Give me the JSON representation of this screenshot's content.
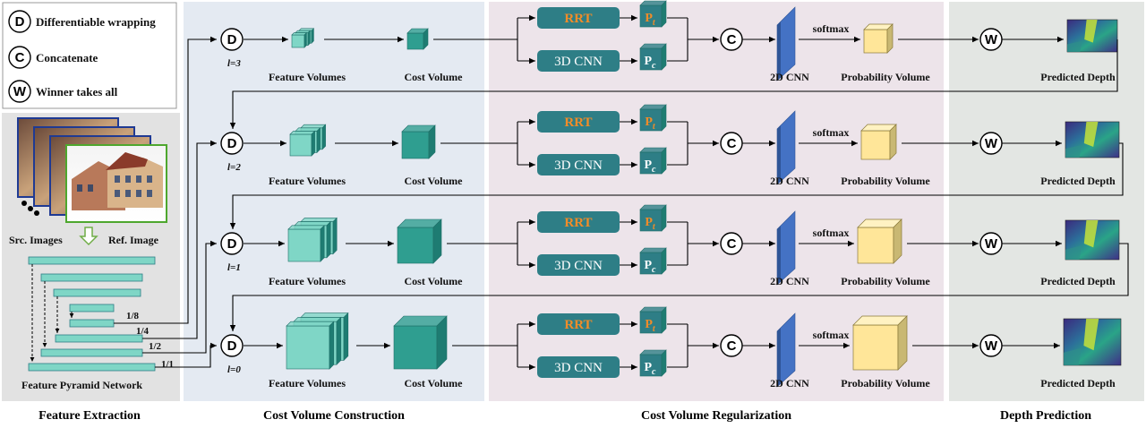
{
  "legend": [
    {
      "symbol": "D",
      "text": "Differentiable wrapping"
    },
    {
      "symbol": "C",
      "text": "Concatenate"
    },
    {
      "symbol": "W",
      "text": "Winner takes all"
    }
  ],
  "sections": {
    "feature_extraction": "Feature Extraction",
    "cost_volume_construction": "Cost Volume Construction",
    "cost_volume_regularization": "Cost Volume Regularization",
    "depth_prediction": "Depth Prediction"
  },
  "feature_extraction": {
    "src_images": "Src. Images",
    "ref_image": "Ref. Image",
    "fpn_label": "Feature Pyramid  Network",
    "scales": [
      "1/8",
      "1/4",
      "1/2",
      "1/1"
    ]
  },
  "symbols": {
    "warp": "D",
    "concat": "C",
    "wta": "W"
  },
  "rows": [
    {
      "level": "l=3"
    },
    {
      "level": "l=2"
    },
    {
      "level": "l=1"
    },
    {
      "level": "l=0"
    }
  ],
  "labels": {
    "feature_volumes": "Feature Volumes",
    "cost_volume": "Cost Volume",
    "rrt": "RRT",
    "cnn3d": "3D CNN",
    "pt_main": "P",
    "pt_sub": "t",
    "pc_main": "P",
    "pc_sub": "c",
    "cnn2d": "2D CNN",
    "softmax": "softmax",
    "probability_volume": "Probability  Volume",
    "predicted_depth": "Predicted  Depth"
  },
  "colors": {
    "bg_feature": "#e2e2e2",
    "bg_cost": "#e4eaf2",
    "bg_reg": "#ede4ea",
    "bg_depth": "#e3e6e3",
    "teal_light": "#7fd6c6",
    "teal_dark": "#2f9e90",
    "teal_box": "#2e7e86",
    "rrt_text": "#f28c28",
    "cnn2d_blue": "#4472c4",
    "prob_yellow": "#ffe699",
    "arrow_green": "#70ad47"
  }
}
